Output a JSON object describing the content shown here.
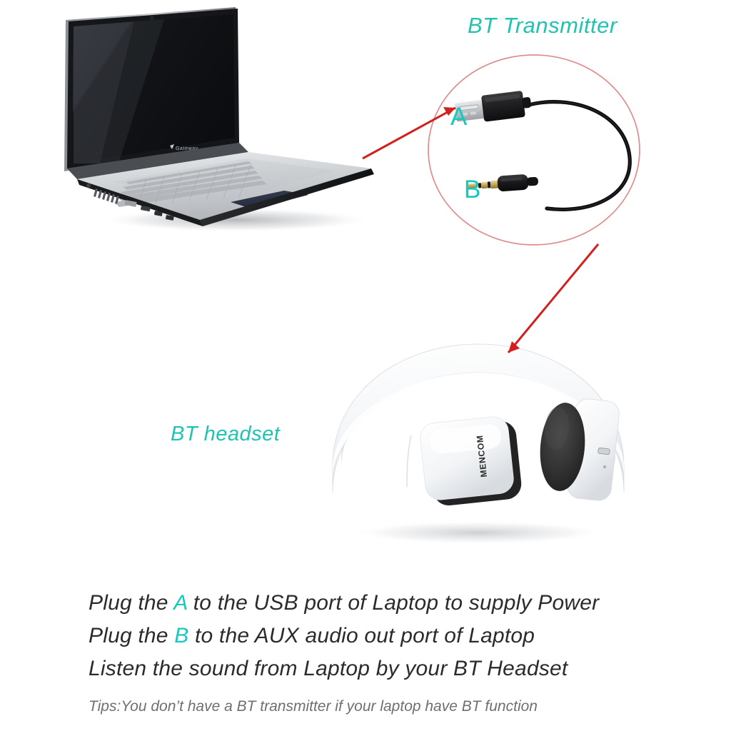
{
  "page": {
    "background_color": "#ffffff",
    "accent_teal": "#16c8bd",
    "arrow_red": "#d41f1f",
    "circle_red": "#e08c8c",
    "text_dark": "#2b2b2b",
    "text_gray": "#6f6f6f"
  },
  "labels": {
    "transmitter": "BT Transmitter",
    "headset": "BT headset",
    "marker_a": "A",
    "marker_b": "B"
  },
  "instructions": {
    "lines": [
      {
        "before": "Plug the ",
        "highlight": "A",
        "after": " to the USB port of Laptop to supply Power"
      },
      {
        "before": "Plug the ",
        "highlight": "B",
        "after": " to the AUX audio out port of Laptop"
      },
      {
        "before": "Listen the sound from Laptop by your BT Headset",
        "highlight": "",
        "after": ""
      }
    ],
    "tip": "Tips:You don’t have a BT transmitter if your laptop have BT function"
  },
  "devices": {
    "laptop": {
      "name": "laptop",
      "brand": "Gateway",
      "screen_state": "off",
      "body_color": "#c9cbcd",
      "screen_color": "#111114",
      "trackpad_color": "#2b3347"
    },
    "transmitter": {
      "name": "bluetooth-usb-transmitter",
      "usb_connector_label": "A",
      "aux_connector_label": "B",
      "cable_color": "#111111",
      "housing_color": "#1b1b1b"
    },
    "headset": {
      "name": "bluetooth-headset",
      "brand": "MENCOM",
      "band_color": "#fbfcfd",
      "band_inner_color": "#c2c9d2",
      "earpad_color": "#2f2f2f",
      "charge_port": "micro-usb"
    }
  },
  "annotations": {
    "arrow_laptop_to_usb": "arrow from laptop USB port to connector A",
    "arrow_circle_to_headset": "arrow from transmitter detail circle to BT headset",
    "detail_circle": "red circle highlighting the BT transmitter"
  }
}
